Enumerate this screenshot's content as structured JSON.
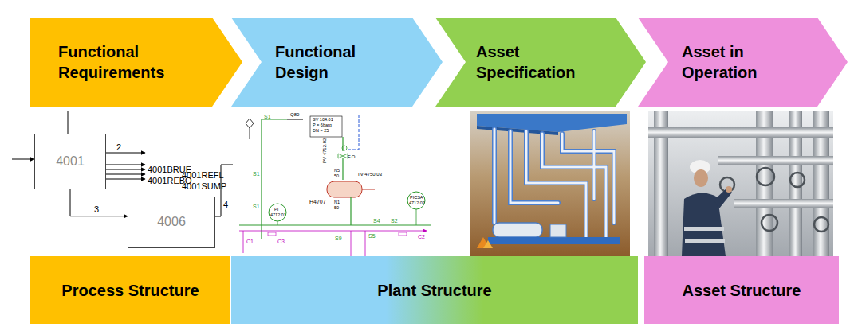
{
  "diagram": {
    "nodes": [
      {
        "text": [
          "Functional Requirements"
        ]
      },
      {
        "text": [
          "Functional Design"
        ]
      },
      {
        "text": [
          "Asset Specification"
        ]
      },
      {
        "text": [
          "Asset in Operation"
        ]
      },
      {
        "text": [
          "4001"
        ]
      },
      {
        "text": [
          "4006"
        ]
      },
      {
        "text": [
          "Process Structure"
        ]
      },
      {
        "text": [
          "Plant Structure"
        ]
      },
      {
        "text": [
          "Asset Structure"
        ]
      }
    ],
    "edges": [
      {
        "from": 4,
        "to": 5,
        "label": "3",
        "arrow": "to"
      }
    ],
    "labels": [
      "2",
      "4001BRUE",
      "4001REFL",
      "4001REBO",
      "4001SUMP",
      "4",
      "S1",
      "Q80",
      "SV 104.01",
      "P = 6barg",
      "DN = 25",
      "PV 4712.02",
      "F.O.",
      "TV 4750.03",
      "H4707",
      "N5",
      "50",
      "N1",
      "50",
      "S1",
      "S1",
      "PI",
      "4712.01",
      "PICSA",
      "4712.02",
      "S4",
      "S5",
      "C2",
      "C1",
      "C3",
      "S9",
      "S2"
    ]
  }
}
